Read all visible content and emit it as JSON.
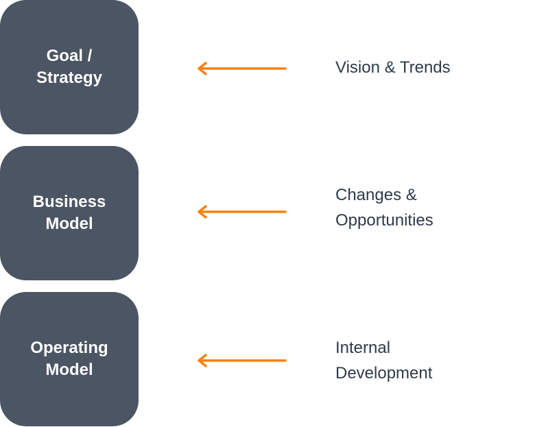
{
  "diagram": {
    "colors": {
      "box_fill": "#4b5563",
      "box_text": "#ffffff",
      "arrow": "#f5820f",
      "label_text": "#2f3a4a"
    },
    "rows": [
      {
        "box_label": "Goal /\nStrategy",
        "source_label": "Vision & Trends"
      },
      {
        "box_label": "Business\nModel",
        "source_label": "Changes &\nOpportunities"
      },
      {
        "box_label": "Operating\nModel",
        "source_label": "Internal\nDevelopment"
      }
    ]
  }
}
